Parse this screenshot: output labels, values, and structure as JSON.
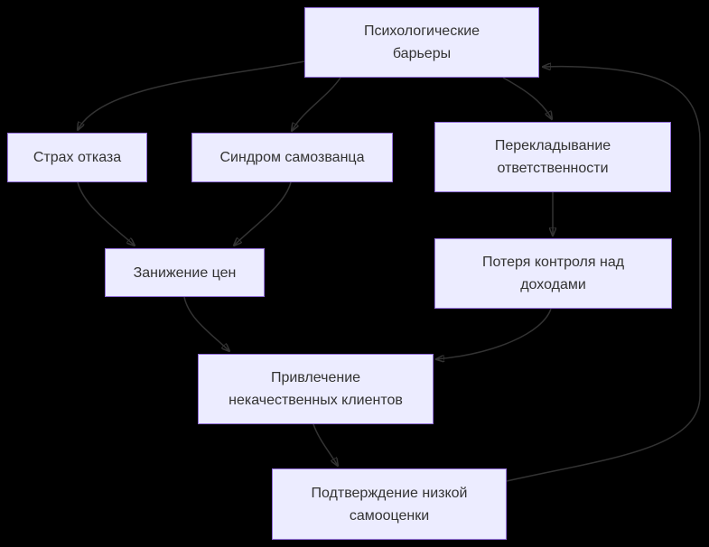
{
  "diagram": {
    "type": "flowchart",
    "direction": "top-down",
    "background_color": "#000000",
    "node_fill_color": "#ECECFF",
    "node_border_color": "#9370DB",
    "edge_color": "#333333",
    "text_color": "#333333"
  },
  "nodes": {
    "barriers": {
      "label": "Психологические барьеры",
      "lines": [
        "Психологические",
        "барьеры"
      ]
    },
    "fear": {
      "label": "Страх отказа",
      "lines": [
        "Страх отказа"
      ]
    },
    "impostor": {
      "label": "Синдром самозванца",
      "lines": [
        "Синдром самозванца"
      ]
    },
    "blame": {
      "label": "Перекладывание ответственности",
      "lines": [
        "Перекладывание",
        "ответственности"
      ]
    },
    "underpricing": {
      "label": "Занижение цен",
      "lines": [
        "Занижение цен"
      ]
    },
    "income_loss": {
      "label": "Потеря контроля над доходами",
      "lines": [
        "Потеря контроля над",
        "доходами"
      ]
    },
    "bad_clients": {
      "label": "Привлечение некачественных клиентов",
      "lines": [
        "Привлечение",
        "некачественных клиентов"
      ]
    },
    "low_self_esteem": {
      "label": "Подтверждение низкой самооценки",
      "lines": [
        "Подтверждение низкой",
        "самооценки"
      ]
    }
  },
  "edges": [
    {
      "from": "barriers",
      "to": "fear"
    },
    {
      "from": "barriers",
      "to": "impostor"
    },
    {
      "from": "barriers",
      "to": "blame"
    },
    {
      "from": "fear",
      "to": "underpricing"
    },
    {
      "from": "impostor",
      "to": "underpricing"
    },
    {
      "from": "blame",
      "to": "income_loss"
    },
    {
      "from": "underpricing",
      "to": "bad_clients"
    },
    {
      "from": "income_loss",
      "to": "bad_clients"
    },
    {
      "from": "bad_clients",
      "to": "low_self_esteem"
    },
    {
      "from": "low_self_esteem",
      "to": "barriers"
    }
  ]
}
